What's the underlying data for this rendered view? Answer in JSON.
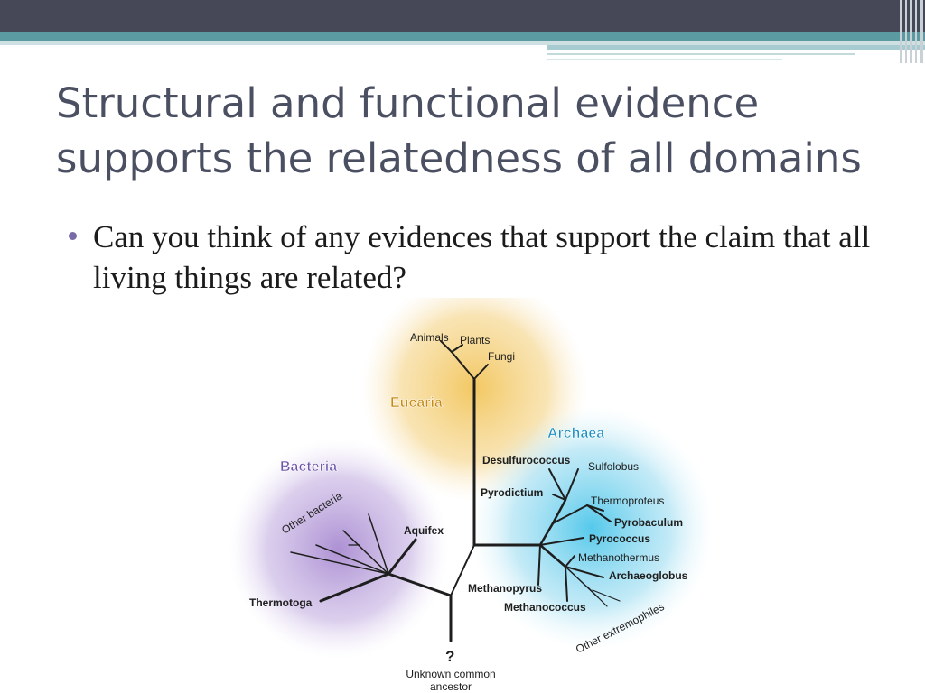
{
  "title": "Structural and functional evidence supports the relatedness of all domains",
  "bullets": [
    "Can you think of any evidences that support the claim that all living things are related?"
  ],
  "diagram": {
    "domains": {
      "eucaria": "Eucaria",
      "archaea": "Archaea",
      "bacteria": "Bacteria"
    },
    "leaves": {
      "animals": "Animals",
      "plants": "Plants",
      "fungi": "Fungi",
      "desulfurococcus": "Desulfurococcus",
      "sulfolobus": "Sulfolobus",
      "pyrodictium": "Pyrodictium",
      "thermoproteus": "Thermoproteus",
      "pyrobaculum": "Pyrobaculum",
      "pyrococcus": "Pyrococcus",
      "methanothermus": "Methanothermus",
      "archaeoglobus": "Archaeoglobus",
      "methanopyrus": "Methanopyrus",
      "methanococcus": "Methanococcus",
      "other_extremophiles": "Other extremophiles",
      "other_bacteria": "Other bacteria",
      "aquifex": "Aquifex",
      "thermotoga": "Thermotoga"
    },
    "root": {
      "mark": "?",
      "label_line1": "Unknown common",
      "label_line2": "ancestor"
    },
    "colors": {
      "eucaria": "#f2c55a",
      "archaea": "#4cc6ea",
      "bacteria": "#a98bd1",
      "eucaria_label": "#c68a12",
      "archaea_label": "#1a8fc0",
      "bacteria_label": "#6a56a8"
    }
  }
}
